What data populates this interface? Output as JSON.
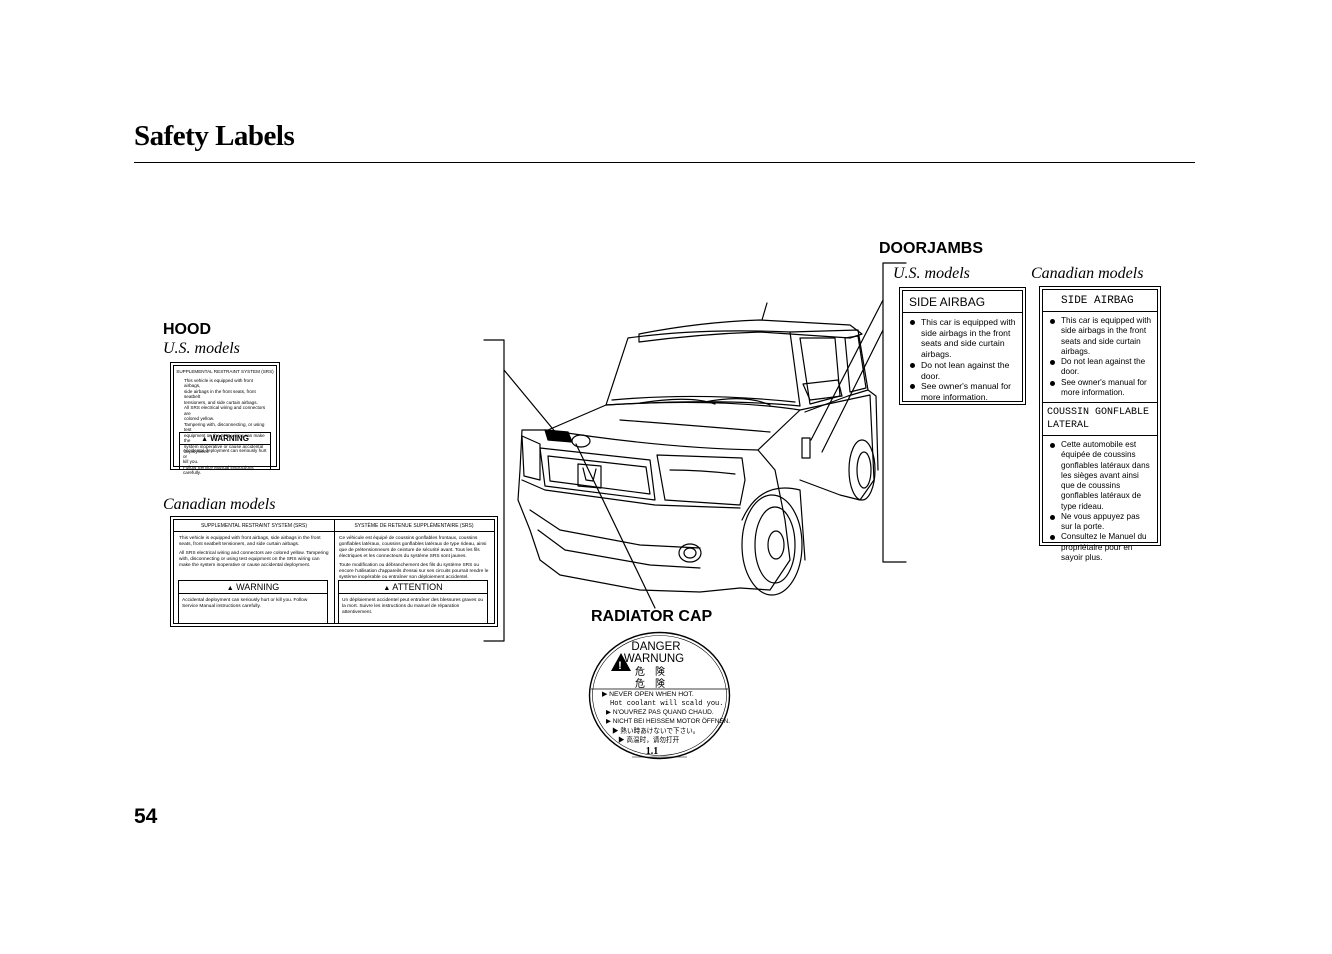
{
  "page": {
    "title": "Safety Labels",
    "number": "54"
  },
  "hood": {
    "heading": "HOOD",
    "us_models": "U.S. models",
    "canadian_models": "Canadian models",
    "us_label": {
      "header": "SUPPLEMENTAL RESTRAINT SYSTEM (SRS)",
      "lines": [
        "This vehicle is equipped with front airbags,",
        "side airbags in the front seats, front seatbelt",
        "tensioners, and side curtain airbags.",
        "All SRS electrical wiring and connectors are",
        "colored yellow.",
        "Tampering with, disconnecting, or using test",
        "equipment on the SRS wiring can make the",
        "system inoperative or cause accidental",
        "deployment."
      ],
      "warning_title": "WARNING",
      "warning_lines": [
        "Accidental deployment can seriously hurt or",
        "kill you.",
        "Follow Service Manual instructions carefully."
      ]
    },
    "ca_label": {
      "en_header": "SUPPLEMENTAL RESTRAINT SYSTEM (SRS)",
      "en_para1": "This vehicle is equipped with front airbags, side airbags in the front seats, front seatbelt tensioners, and side curtain airbags.",
      "en_para2": "All SRS electrical wiring and connectors are colored yellow. Tampering with, disconnecting or using test equipment on the SRS wiring can make the system inoperative or cause accidental deployment.",
      "en_warning_title": "WARNING",
      "en_warning_text": "Accidental deployment can seriously hurt or kill you. Follow Service Manual instructions carefully.",
      "fr_header": "SYSTÈME DE RETENUE SUPPLÉMENTAIRE (SRS)",
      "fr_para1": "Ce véhicule est équipé de coussins gonflables frontaux, coussins gonflables latéraux, coussins gonflables latéraux de type rideau, ainsi que de prétensionneurs de ceinture de sécurité avant. Tous les fils électriques et les connecteurs du système SRS sont jaunes.",
      "fr_para2": "Toute modification ou débranchement des fils du système SRS ou encore l'utilisation d'appareils d'essai sur ses circuits pourrait rendre le système inopérable ou entraîner son déploiement accidentel.",
      "fr_warning_title": "ATTENTION",
      "fr_warning_text": "Un déploiement accidentel peut entraîner des blessures graves ou la mort. Suivre les instructions du manuel de réparation attentivement."
    }
  },
  "doorjambs": {
    "heading": "DOORJAMBS",
    "us_models": "U.S. models",
    "canadian_models": "Canadian models",
    "us_label": {
      "title": "SIDE AIRBAG",
      "items": [
        "This car is equipped with side airbags in the front seats and side curtain airbags.",
        "Do not lean against the door.",
        "See owner's manual for more information."
      ]
    },
    "ca_label": {
      "title": "SIDE AIRBAG",
      "items": [
        "This car is equipped with side airbags in the front seats and side curtain airbags.",
        "Do not lean against the door.",
        "See owner's manual for more information."
      ],
      "fr_title_1": "COUSSIN GONFLABLE",
      "fr_title_2": "LATERAL",
      "fr_items": [
        "Cette automobile est équipée de coussins gonflables latéraux dans les sièges avant ainsi que de coussins gonflables latéraux de type rideau.",
        "Ne vous appuyez pas sur la porte.",
        "Consultez le Manuel du propriétaire pour en sayoir plus."
      ]
    }
  },
  "radiator": {
    "heading": "RADIATOR CAP",
    "cap": {
      "danger": "DANGER",
      "warnung": "WARNUNG",
      "jp_1": "危　険",
      "jp_2": "危　険",
      "line1": "▶ NEVER OPEN WHEN HOT.",
      "line2": "Hot coolant will scald you.",
      "line3": "▶ N'OUVREZ PAS QUAND CHAUD.",
      "line4": "▶ NICHT BEI HEISSEM MOTOR ÖFFNEN.",
      "line5": "▶ 熱い時あけないで下さい。",
      "line6": "▶ 高温时，请勿打开",
      "pressure": "1.1"
    }
  }
}
